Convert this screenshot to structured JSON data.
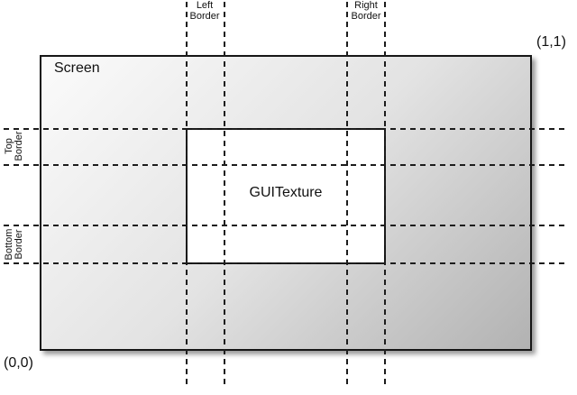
{
  "diagram": {
    "screen": {
      "label": "Screen"
    },
    "texture": {
      "label": "GUITexture"
    },
    "coordinates": {
      "origin": "(0,0)",
      "top_right": "(1,1)"
    },
    "border_labels": {
      "left": {
        "line1": "Left",
        "line2": "Border"
      },
      "right": {
        "line1": "Right",
        "line2": "Border"
      },
      "top": {
        "line1": "Top",
        "line2": "Border"
      },
      "bottom": {
        "line1": "Bottom",
        "line2": "Border"
      }
    },
    "colors": {
      "screen_gradient_start": "#fbfbfb",
      "screen_gradient_end": "#b2b2b2",
      "guide_line": "#1c1c1c",
      "screen_border": "#161616",
      "texture_fill": "#ffffff"
    }
  }
}
